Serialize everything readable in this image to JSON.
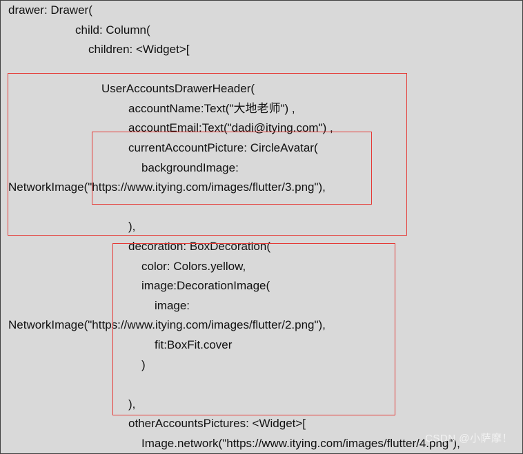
{
  "code": {
    "l01": "drawer: Drawer(",
    "l02": "child: Column(",
    "l03": "children: <Widget>[",
    "l04": "UserAccountsDrawerHeader(",
    "l05": "accountName:Text(\"大地老师\") ,",
    "l06": "accountEmail:Text(\"dadi@itying.com\") ,",
    "l07": "currentAccountPicture: CircleAvatar(",
    "l08": "backgroundImage:",
    "l09": "NetworkImage(\"https://www.itying.com/images/flutter/3.png\"),",
    "l10": "),",
    "l11": "decoration: BoxDecoration(",
    "l12": "color: Colors.yellow,",
    "l13": "image:DecorationImage(",
    "l14": "image:",
    "l15": "NetworkImage(\"https://www.itying.com/images/flutter/2.png\"),",
    "l16": "fit:BoxFit.cover",
    "l17": ")",
    "l18": "),",
    "l19": "otherAccountsPictures: <Widget>[",
    "l20": "Image.network(\"https://www.itying.com/images/flutter/4.png\"),"
  },
  "watermark": "CSDN @小萨摩！",
  "colors": {
    "background": "#d9d9d9",
    "highlight_border": "#e53935",
    "text": "#111111"
  }
}
